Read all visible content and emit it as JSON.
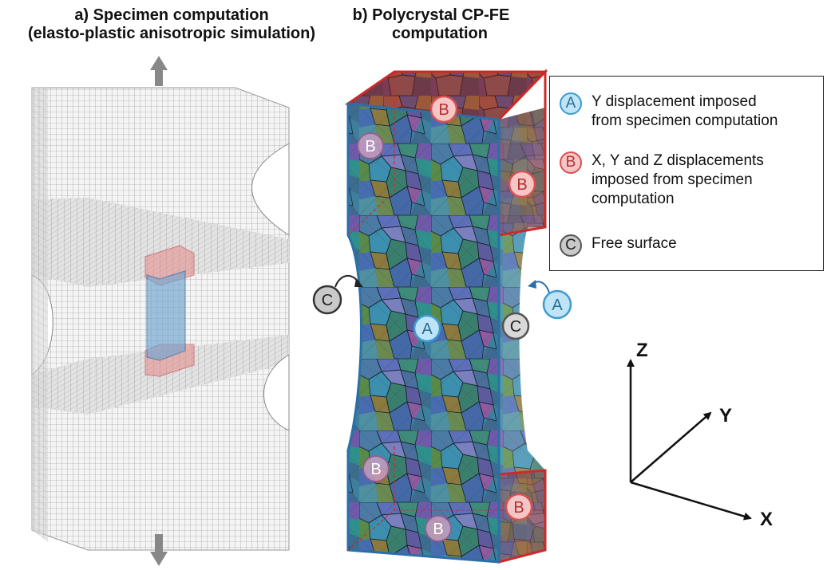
{
  "titles": {
    "a_line1": "a)  Specimen computation",
    "a_line2": "(elasto-plastic anisotropic simulation)",
    "b_line1": "b)  Polycrystal CP-FE",
    "b_line2": "computation"
  },
  "legend": {
    "items": [
      {
        "badge": "A",
        "kind": "a",
        "lines": [
          "Y displacement imposed",
          "from specimen computation"
        ]
      },
      {
        "badge": "B",
        "kind": "b",
        "lines": [
          "X, Y and Z displacements",
          "imposed from specimen",
          "computation"
        ]
      },
      {
        "badge": "C",
        "kind": "c",
        "lines": [
          "Free surface"
        ]
      }
    ]
  },
  "badges": {
    "b_top": "B",
    "b_left_top": "B",
    "b_right_top": "B",
    "b_left_bottom": "B",
    "b_bottom": "B",
    "b_right_bottom": "B",
    "a_center": "A",
    "a_outside": "A",
    "c_outside": "C",
    "c_side": "C"
  },
  "axes": {
    "z": "Z",
    "y": "Y",
    "x": "X"
  },
  "colors": {
    "badge_a_fill": "#bfe4f7",
    "badge_a_stroke": "#3d9bd1",
    "badge_b_fill": "#f6c6c6",
    "badge_b_stroke": "#d95050",
    "badge_c_fill": "#c9c9c9",
    "badge_c_stroke": "#555555",
    "boundary_red": "#cc2a2a",
    "boundary_blue": "#2b6fa8"
  }
}
